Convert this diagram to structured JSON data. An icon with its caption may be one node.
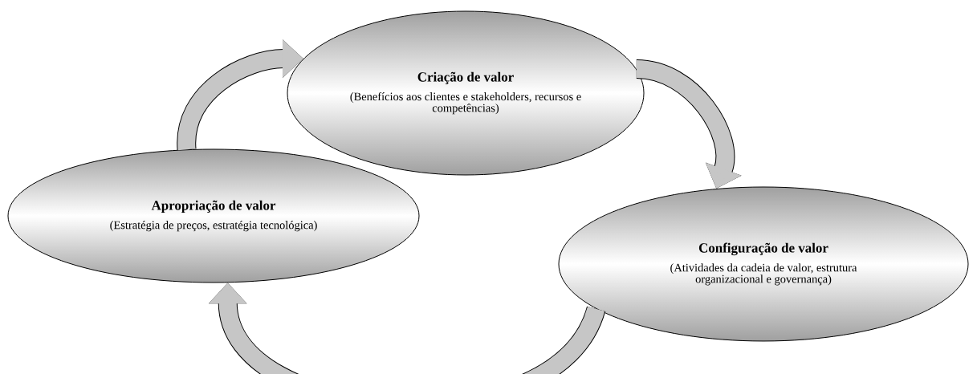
{
  "diagram": {
    "nodes": [
      {
        "text": [
          "Criação de valor",
          "(Benefícios aos clientes e stakeholders, recursos e competências)"
        ]
      },
      {
        "text": [
          "Configuração de valor",
          "(Atividades da cadeia de valor, estrutura organizacional e governança)"
        ]
      },
      {
        "text": [
          "Apropriação de valor",
          "(Estratégia de preços, estratégia tecnológica)"
        ]
      }
    ],
    "edges": [
      {
        "from": 2,
        "to": 0,
        "arrow": "to"
      },
      {
        "from": 0,
        "to": 1,
        "arrow": "to"
      },
      {
        "from": 1,
        "to": 2,
        "arrow": "to"
      }
    ]
  }
}
